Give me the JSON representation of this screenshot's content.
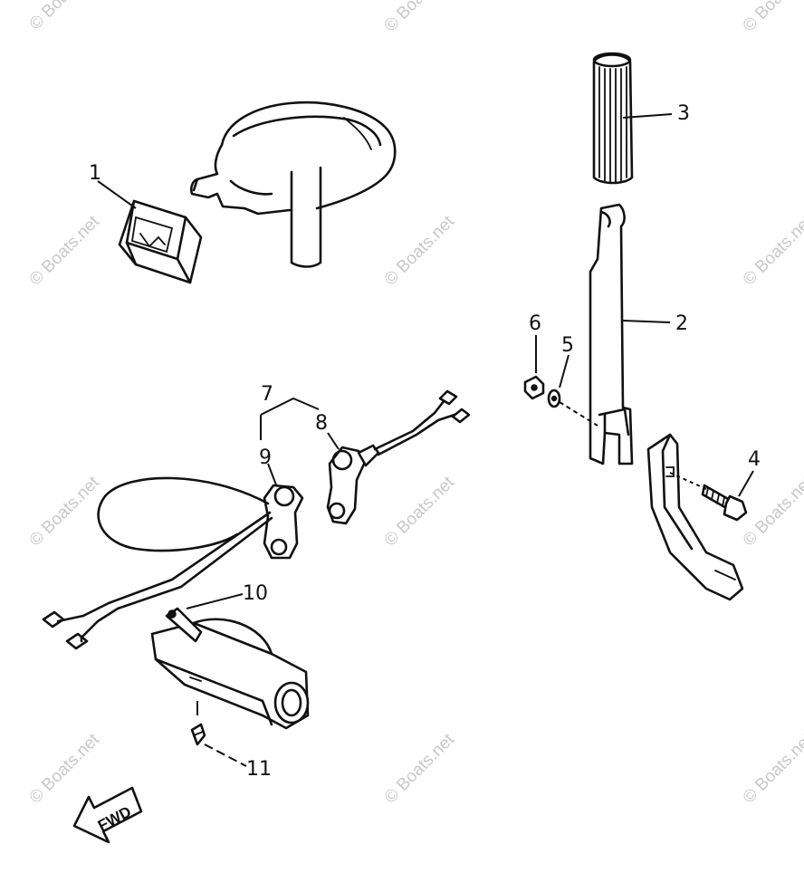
{
  "watermark": "© Boats.net",
  "fwd_label": "FWD",
  "callouts": {
    "c1": "1",
    "c2": "2",
    "c3": "3",
    "c4": "4",
    "c5": "5",
    "c6": "6",
    "c7": "7",
    "c8": "8",
    "c9": "9",
    "c10": "10",
    "c11": "11"
  }
}
